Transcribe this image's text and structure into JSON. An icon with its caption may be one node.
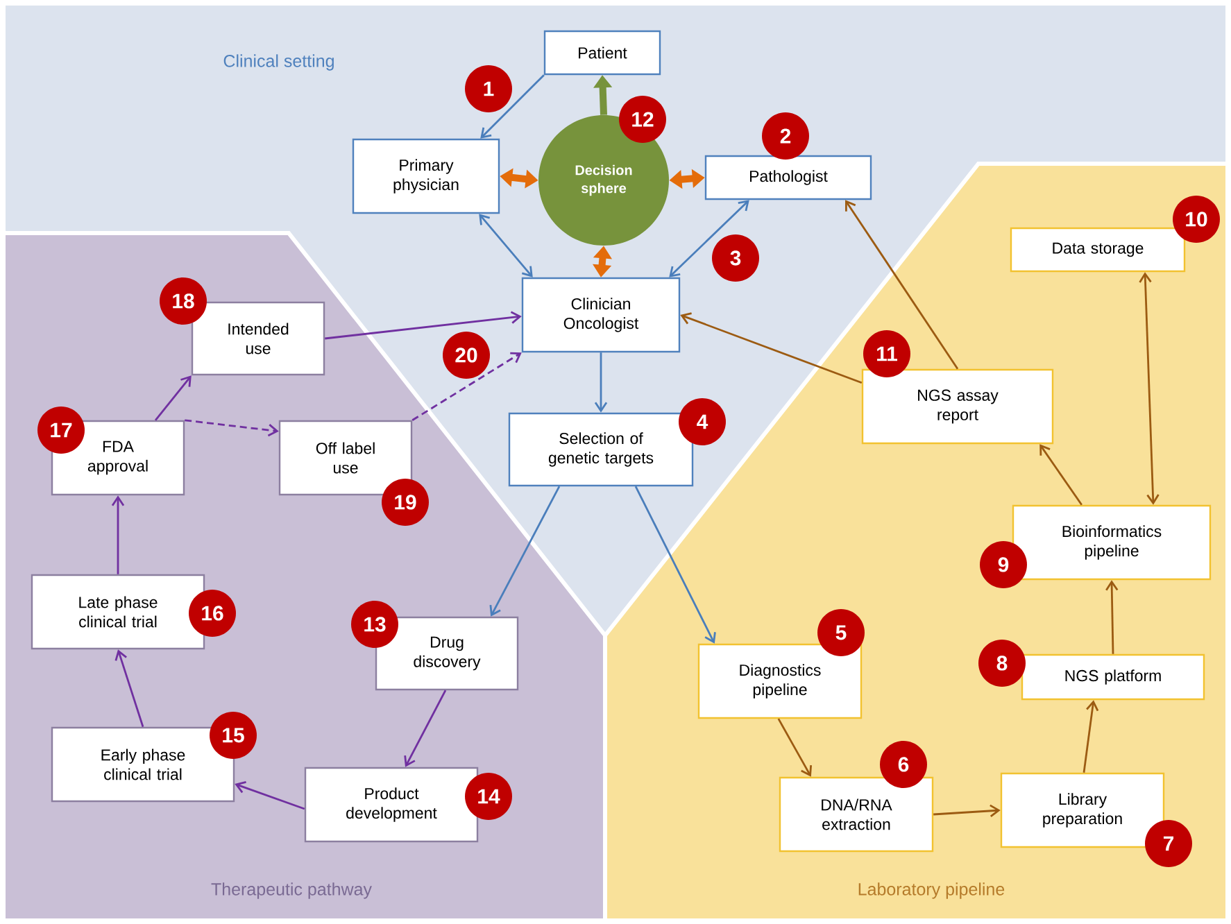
{
  "diagram": {
    "nodes": [
      {
        "text": [
          "Patient"
        ]
      },
      {
        "text": [
          "Primary physician"
        ]
      },
      {
        "text": [
          "Decision sphere"
        ]
      },
      {
        "text": [
          "Pathologist"
        ]
      },
      {
        "text": [
          "Clinician Oncologist"
        ]
      },
      {
        "text": [
          "Selection of genetic targets"
        ]
      },
      {
        "text": [
          "NGS assay report"
        ]
      },
      {
        "text": [
          "Data storage"
        ]
      },
      {
        "text": [
          "Bioinformatics pipeline"
        ]
      },
      {
        "text": [
          "NGS platform"
        ]
      },
      {
        "text": [
          "Library preparation"
        ]
      },
      {
        "text": [
          "DNA/RNA extraction"
        ]
      },
      {
        "text": [
          "Diagnostics pipeline"
        ]
      },
      {
        "text": [
          "Drug discovery"
        ]
      },
      {
        "text": [
          "Product development"
        ]
      },
      {
        "text": [
          "Early phase clinical trial"
        ]
      },
      {
        "text": [
          "Late phase clinical trial"
        ]
      },
      {
        "text": [
          "FDA approval"
        ]
      },
      {
        "text": [
          "Intended use"
        ]
      },
      {
        "text": [
          "Off label use"
        ]
      }
    ],
    "edges": [
      {
        "from": 0,
        "to": 1,
        "arrow": "to",
        "color": "#4a7ebb"
      },
      {
        "from": 1,
        "to": 4,
        "arrow": "both",
        "color": "#4a7ebb"
      },
      {
        "from": 3,
        "to": 4,
        "arrow": "both",
        "color": "#4a7ebb"
      },
      {
        "from": 2,
        "to": 0,
        "arrow": "to",
        "style": "thick",
        "color": "#77933c"
      },
      {
        "from": 2,
        "to": 1,
        "arrow": "both",
        "style": "thick",
        "color": "#e46c0a"
      },
      {
        "from": 2,
        "to": 3,
        "arrow": "both",
        "style": "thick",
        "color": "#e46c0a"
      },
      {
        "from": 2,
        "to": 4,
        "arrow": "both",
        "style": "thick",
        "color": "#e46c0a"
      },
      {
        "from": 4,
        "to": 5,
        "arrow": "to",
        "color": "#4a7ebb"
      },
      {
        "from": 5,
        "to": 13,
        "arrow": "to",
        "color": "#4a7ebb"
      },
      {
        "from": 5,
        "to": 12,
        "arrow": "to",
        "color": "#4a7ebb"
      },
      {
        "from": 12,
        "to": 11,
        "arrow": "to",
        "color": "#9c5b12"
      },
      {
        "from": 11,
        "to": 10,
        "arrow": "to",
        "color": "#9c5b12"
      },
      {
        "from": 10,
        "to": 9,
        "arrow": "to",
        "color": "#9c5b12"
      },
      {
        "from": 9,
        "to": 8,
        "arrow": "to",
        "color": "#9c5b12"
      },
      {
        "from": 8,
        "to": 7,
        "arrow": "both",
        "color": "#9c5b12"
      },
      {
        "from": 8,
        "to": 6,
        "arrow": "to",
        "color": "#9c5b12"
      },
      {
        "from": 6,
        "to": 3,
        "arrow": "to",
        "color": "#9c5b12"
      },
      {
        "from": 6,
        "to": 4,
        "arrow": "to",
        "color": "#9c5b12"
      },
      {
        "from": 13,
        "to": 14,
        "arrow": "to",
        "color": "#7030a0"
      },
      {
        "from": 14,
        "to": 15,
        "arrow": "to",
        "color": "#7030a0"
      },
      {
        "from": 15,
        "to": 16,
        "arrow": "to",
        "color": "#7030a0"
      },
      {
        "from": 16,
        "to": 17,
        "arrow": "to",
        "color": "#7030a0"
      },
      {
        "from": 17,
        "to": 18,
        "arrow": "to",
        "color": "#7030a0"
      },
      {
        "from": 17,
        "to": 19,
        "arrow": "to",
        "style": "dashed",
        "color": "#7030a0"
      },
      {
        "from": 18,
        "to": 4,
        "arrow": "to",
        "color": "#7030a0"
      },
      {
        "from": 19,
        "to": 4,
        "arrow": "to",
        "style": "dashed",
        "color": "#7030a0"
      }
    ],
    "labels": [
      "Clinical setting",
      "1",
      "12",
      "2",
      "10",
      "3",
      "18",
      "11",
      "20",
      "4",
      "17",
      "19",
      "9",
      "16",
      "13",
      "5",
      "8",
      "15",
      "6",
      "14",
      "7",
      "Therapeutic pathway",
      "Laboratory pipeline"
    ]
  }
}
